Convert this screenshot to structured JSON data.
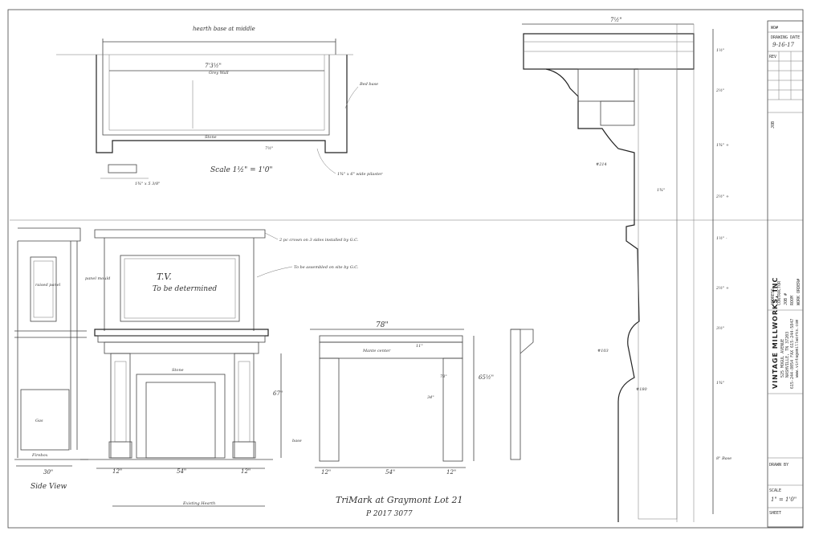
{
  "title_block": {
    "header": "WO#",
    "drawn_date_label": "DRAWING DATE",
    "drawn_date": "9-16-17",
    "rev_label": "REV",
    "project_label": "JOB",
    "address_label": "ADDRESS",
    "contractor_label": "CONTRACTOR",
    "job_label": "JOB #",
    "room_label": "ROOM",
    "work_order_label": "WORK ORDER#",
    "company": "VINTAGE MILLWORKS, INC",
    "address1": "525 MOGUL AVENUE",
    "address2": "NASHVILLE, TN 37203",
    "phone": "615-244-8054  FAX 615-244-5847",
    "web": "www.vintagemillworks.com",
    "drawn_by_label": "DRAWN BY",
    "scale_label": "SCALE",
    "scale_value": "1\" = 1'0\"",
    "sheet_label": "SHEET"
  },
  "annotations": {
    "plan_title": "hearth base at middle",
    "plan_width": "7'3½\"",
    "plan_wall": "Grey Wall",
    "plan_stone": "Stone",
    "plan_scale": "Scale 1½\" = 1'0\"",
    "plan_base": "Bed base",
    "plan_pilaster": "1¾\" x 6\" wide pilaster",
    "plan_dim_small": "7½\"",
    "plan_detail": "1¾\" x 5 3/8\"",
    "tv_label": "T.V.",
    "tv_sub": "To be determined",
    "crown_note": "2 pc crown on 3 sides installed by G.C.",
    "assembled_note": "To be assembled on site by G.C.",
    "raised_panel": "raised panel",
    "panel_mould": "panel mould",
    "side_view": "Side View",
    "firebox": "Firebox",
    "overall_width": "30\"",
    "dim_12a": "12\"",
    "dim_54a": "54\"",
    "dim_12b": "12\"",
    "stone": "Stone",
    "height_67": "67\"",
    "base_label": "base",
    "dim_78": "78\"",
    "dim_11": "11\"",
    "dim_78b": "78\"",
    "dim_34": "34\"",
    "dim_65": "65½\"",
    "dim_12c": "12\"",
    "dim_54b": "54\"",
    "dim_12d": "12\"",
    "frieze": "Mante center",
    "existing": "Existing Hearth",
    "client": "TriMark at Graymont Lot 21",
    "job_no": "P 2017 3077",
    "prof_top": "7½\"",
    "prof_dims": [
      "1½\"",
      "2½\"",
      "1¾\" +",
      "2½\" +",
      "1½\" -",
      "2½\" +",
      "3½\"",
      "1¾\"",
      "8\" Base"
    ],
    "prof_tag1": "#214",
    "prof_tag2": "#103",
    "prof_tag3": "#180",
    "prof_mid": "1¾\""
  },
  "colors": {
    "ink": "#333333",
    "paper": "#ffffff"
  }
}
